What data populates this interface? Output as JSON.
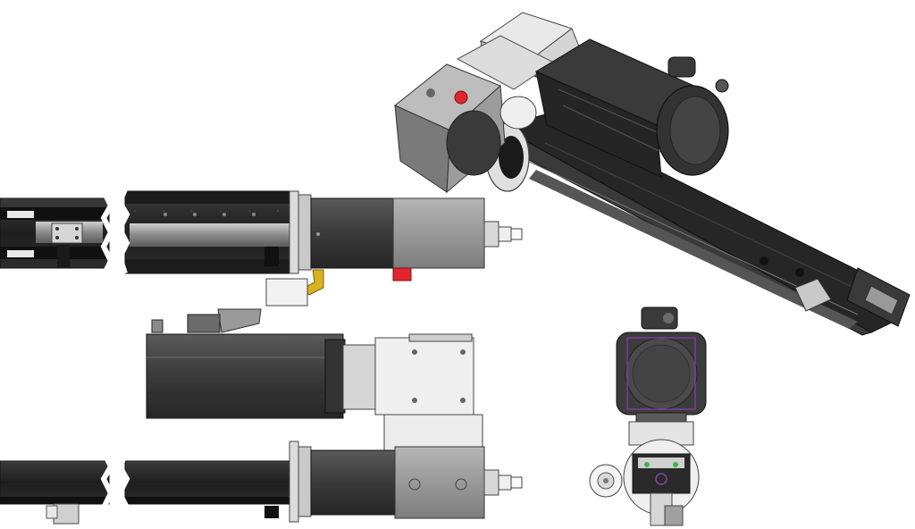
{
  "drawing": {
    "views": [
      {
        "name": "isometric-view"
      },
      {
        "name": "top-view"
      },
      {
        "name": "side-view-motor"
      },
      {
        "name": "front-view"
      },
      {
        "name": "end-view"
      }
    ],
    "colors": {
      "profile": "#2b2b2b",
      "profile_edge": "#111111",
      "housing": "#8f8f8f",
      "housing_light": "#d9d9d9",
      "motor": "#4a4a4a",
      "motor_dark": "#2f2f2f",
      "accent_red": "#e3262e",
      "accent_brass": "#d9b21f",
      "accent_green": "#3db54a",
      "accent_purple": "#8a3fb0"
    }
  }
}
